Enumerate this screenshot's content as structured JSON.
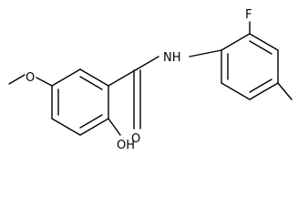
{
  "molecule": {
    "atom_labels": {
      "fluorine": "F",
      "amide_nitrogen": "NH",
      "methoxy_oxygen": "O",
      "carbonyl_oxygen": "O",
      "hydroxyl": "OH"
    }
  }
}
